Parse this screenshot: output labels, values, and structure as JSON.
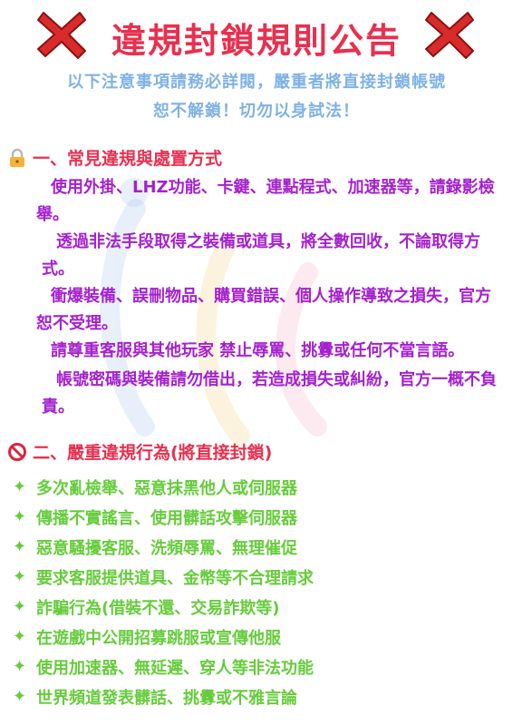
{
  "header": {
    "title": "違規封鎖規則公告",
    "subtitle_line1": "以下注意事項請務必詳閱，嚴重者將直接封鎖帳號",
    "subtitle_line2": "恕不解鎖！切勿以身試法！",
    "left_icon": "red-x-icon",
    "right_icon": "red-x-icon"
  },
  "section1": {
    "icon": "lock-icon",
    "heading": "一、常見違規與處置方式",
    "paragraphs": [
      "使用外掛、LHZ功能、卡鍵、連點程式、加速器等，請錄影檢舉。",
      "透過非法手段取得之裝備或道具，將全數回收，不論取得方式。",
      "衝爆裝備、誤刪物品、購買錯誤、個人操作導致之損失，官方恕不受理。",
      "請尊重客服與其他玩家 禁止辱罵、挑釁或任何不當言語。",
      "帳號密碼與裝備請勿借出，若造成損失或糾紛，官方一概不負責。"
    ]
  },
  "section2": {
    "icon": "prohibited-icon",
    "heading": "二、嚴重違規行為(將直接封鎖)",
    "items": [
      "多次亂檢舉、惡意抹黑他人或伺服器",
      "傳播不實謠言、使用髒話攻擊伺服器",
      "惡意騷擾客服、洗頻辱罵、無理催促",
      "要求客服提供道具、金幣等不合理請求",
      "詐騙行為(借裝不還、交易詐欺等)",
      "在遊戲中公開招募跳服或宣傳他服",
      "使用加速器、無延遲、穿人等非法功能",
      "世界頻道發表髒話、挑釁或不雅言論"
    ],
    "bullet": "✦"
  },
  "colors": {
    "title": "#e8304f",
    "subtitle": "#7fb2e5",
    "paragraph": "#a521cf",
    "list": "#66cc3c",
    "x_icon": "#d92b2b"
  }
}
